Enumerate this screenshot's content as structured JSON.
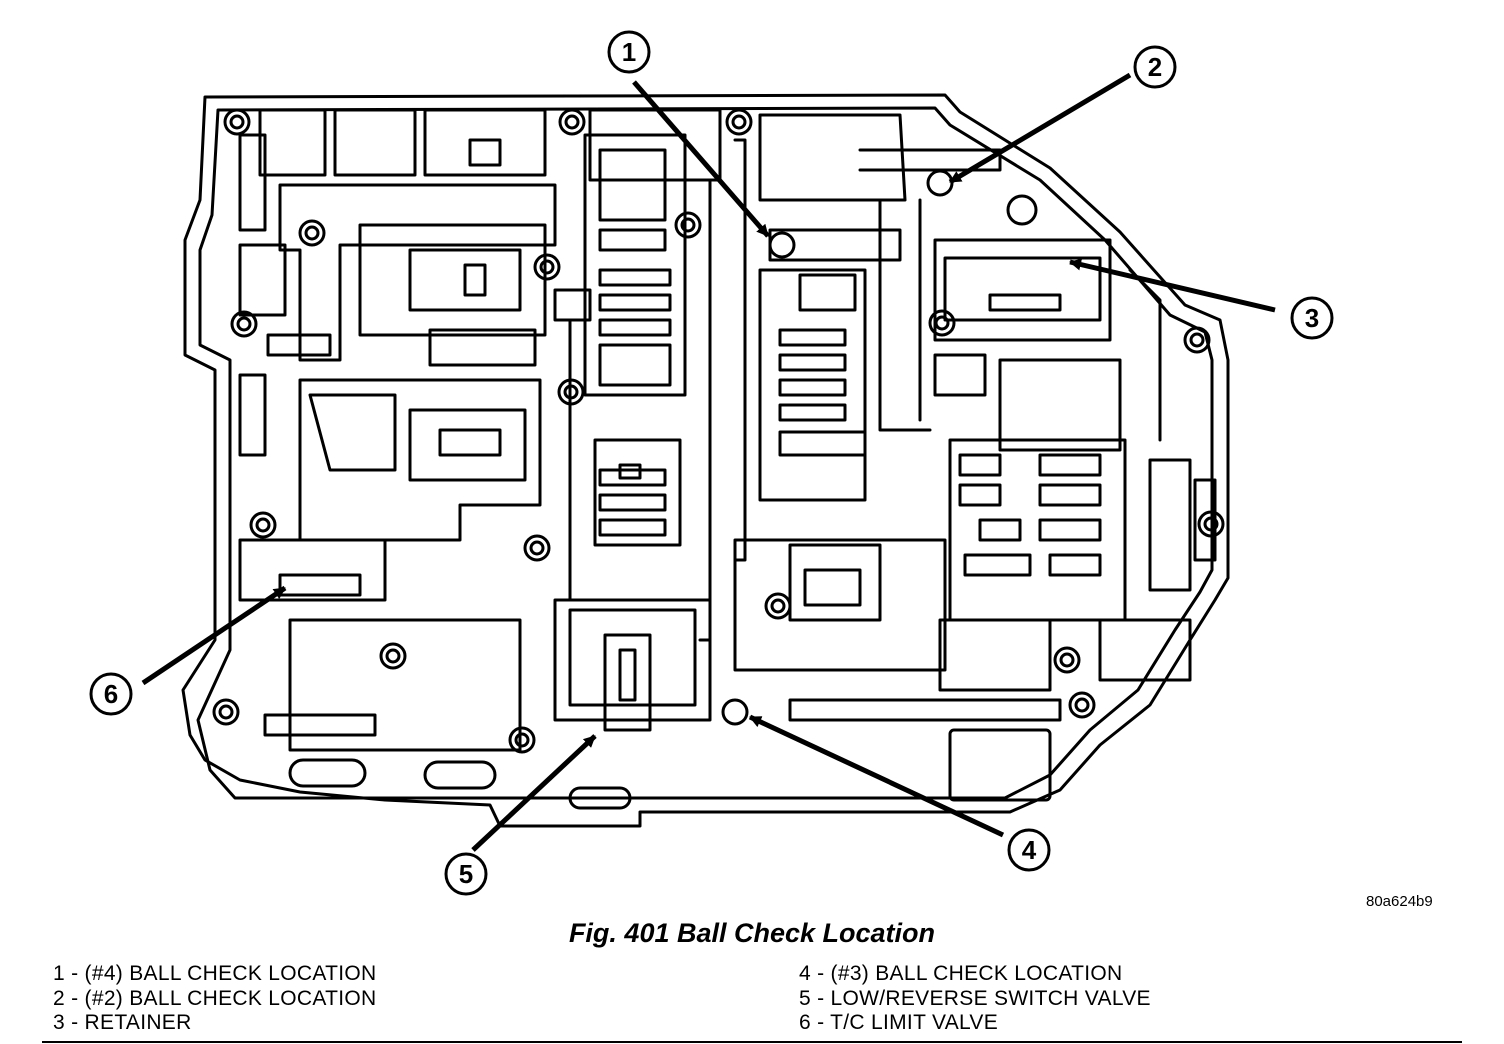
{
  "figure_id": "80a624b9",
  "caption": "Fig. 401 Ball Check Location",
  "callouts": [
    "1",
    "2",
    "3",
    "4",
    "5",
    "6"
  ],
  "legend": {
    "left": [
      "1 - (#4) BALL CHECK LOCATION",
      "2 - (#2) BALL CHECK LOCATION",
      "3 - RETAINER"
    ],
    "right": [
      "4 - (#3) BALL CHECK LOCATION",
      "5 - LOW/REVERSE SWITCH VALVE",
      "6 - T/C LIMIT VALVE"
    ]
  }
}
